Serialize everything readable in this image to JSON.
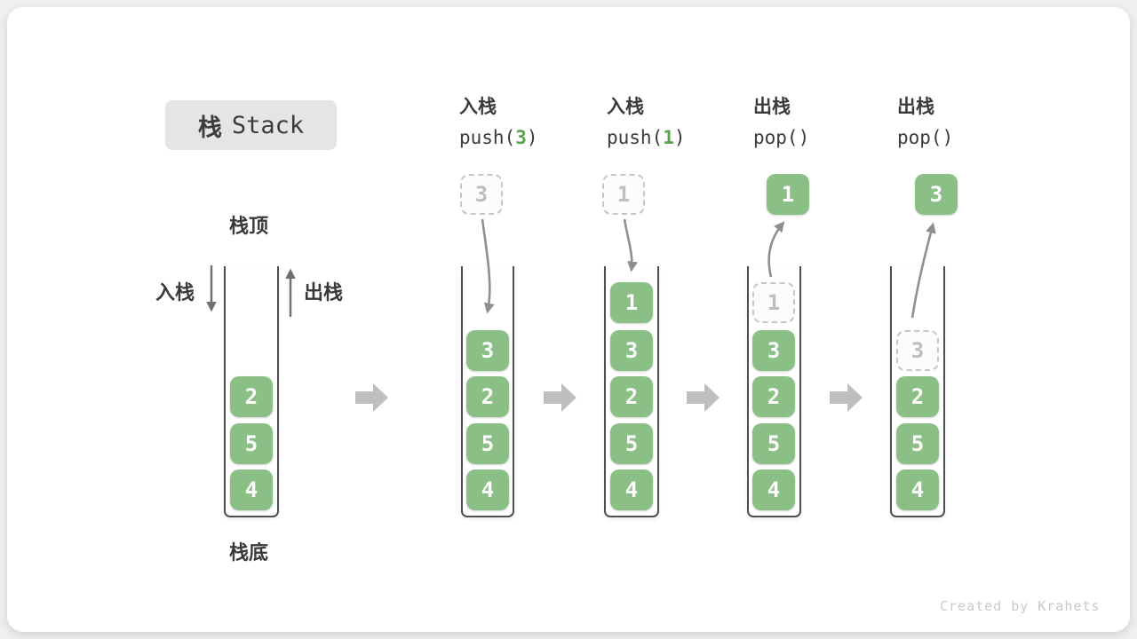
{
  "title": {
    "cjk": "栈",
    "en": "Stack"
  },
  "side_labels": {
    "top": "栈顶",
    "bottom": "栈底",
    "push": "入栈",
    "pop": "出栈"
  },
  "operations": [
    {
      "name": "入栈",
      "code_pre": "push(",
      "code_arg": "3",
      "code_post": ")"
    },
    {
      "name": "入栈",
      "code_pre": "push(",
      "code_arg": "1",
      "code_post": ")"
    },
    {
      "name": "出栈",
      "code_pre": "pop()",
      "code_arg": "",
      "code_post": ""
    },
    {
      "name": "出栈",
      "code_pre": "pop()",
      "code_arg": "",
      "code_post": ""
    }
  ],
  "floating_cells": [
    {
      "value": "3",
      "ghost": true
    },
    {
      "value": "1",
      "ghost": true
    },
    {
      "value": "1",
      "ghost": false
    },
    {
      "value": "3",
      "ghost": false
    }
  ],
  "stacks": [
    {
      "cells": [
        {
          "value": "2",
          "ghost": false
        },
        {
          "value": "5",
          "ghost": false
        },
        {
          "value": "4",
          "ghost": false
        }
      ]
    },
    {
      "cells": [
        {
          "value": "3",
          "ghost": false
        },
        {
          "value": "2",
          "ghost": false
        },
        {
          "value": "5",
          "ghost": false
        },
        {
          "value": "4",
          "ghost": false
        }
      ]
    },
    {
      "cells": [
        {
          "value": "1",
          "ghost": false
        },
        {
          "value": "3",
          "ghost": false
        },
        {
          "value": "2",
          "ghost": false
        },
        {
          "value": "5",
          "ghost": false
        },
        {
          "value": "4",
          "ghost": false
        }
      ]
    },
    {
      "cells": [
        {
          "value": "1",
          "ghost": true
        },
        {
          "value": "3",
          "ghost": false
        },
        {
          "value": "2",
          "ghost": false
        },
        {
          "value": "5",
          "ghost": false
        },
        {
          "value": "4",
          "ghost": false
        }
      ]
    },
    {
      "cells": [
        {
          "value": "3",
          "ghost": true
        },
        {
          "value": "2",
          "ghost": false
        },
        {
          "value": "5",
          "ghost": false
        },
        {
          "value": "4",
          "ghost": false
        }
      ]
    }
  ],
  "watermark": "Created by Krahets",
  "colors": {
    "cell_green": "#8ac085",
    "code_arg_green": "#5ba352",
    "curved_arrow": "#8f8f8f",
    "side_arrow": "#707070",
    "block_arrow": "#bebebe",
    "tube_border": "#4f4f4f"
  }
}
